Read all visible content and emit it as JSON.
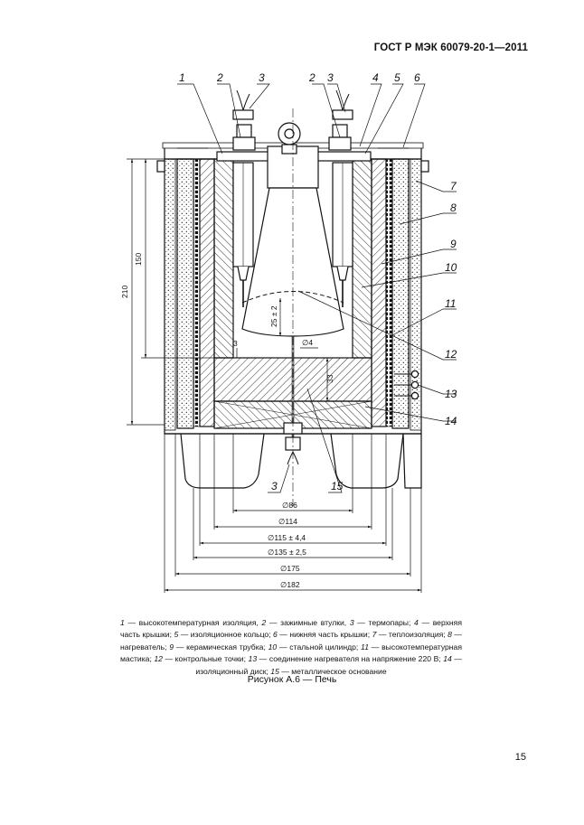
{
  "header": {
    "doc_code": "ГОСТ Р МЭК 60079-20-1—2011"
  },
  "drawing": {
    "callouts": [
      "1",
      "2",
      "3",
      "2",
      "3",
      "4",
      "5",
      "6",
      "7",
      "8",
      "9",
      "10",
      "11",
      "12",
      "13",
      "14",
      "3",
      "15"
    ],
    "dims": {
      "d86": "∅86",
      "d114": "∅114",
      "d115": "∅115 ± 4,4",
      "d135": "∅135 ± 2,5",
      "d175": "∅175",
      "d182": "∅182",
      "h210": "210",
      "h150": "150",
      "h25": "25 ± 2",
      "d4": "∅4",
      "h3": "3",
      "h33": "33"
    }
  },
  "caption": {
    "items": [
      {
        "num": "1",
        "text": " — высокотемпературная изоляция, "
      },
      {
        "num": "2",
        "text": " — зажимные втулки, "
      },
      {
        "num": "3",
        "text": " — термопары; "
      },
      {
        "num": "4",
        "text": " — верхняя часть крышки; "
      },
      {
        "num": "5",
        "text": " — изоляционное кольцо; "
      },
      {
        "num": "6",
        "text": " — нижняя часть крышки; "
      },
      {
        "num": "7",
        "text": " — теплоизоляция; "
      },
      {
        "num": "8",
        "text": " — нагреватель; "
      },
      {
        "num": "9",
        "text": " — керамическая трубка; "
      },
      {
        "num": "10",
        "text": " — стальной цилиндр; "
      },
      {
        "num": "11",
        "text": " — высокотемпературная мастика; "
      },
      {
        "num": "12",
        "text": " — контрольные точки; "
      },
      {
        "num": "13",
        "text": " — соединение нагревателя на напряжение 220 В; "
      },
      {
        "num": "14",
        "text": " — изоляционный диск; "
      },
      {
        "num": "15",
        "text": " — металлическое основание"
      }
    ]
  },
  "figure_title": "Рисунок А.6 — Печь",
  "page_number": "15"
}
